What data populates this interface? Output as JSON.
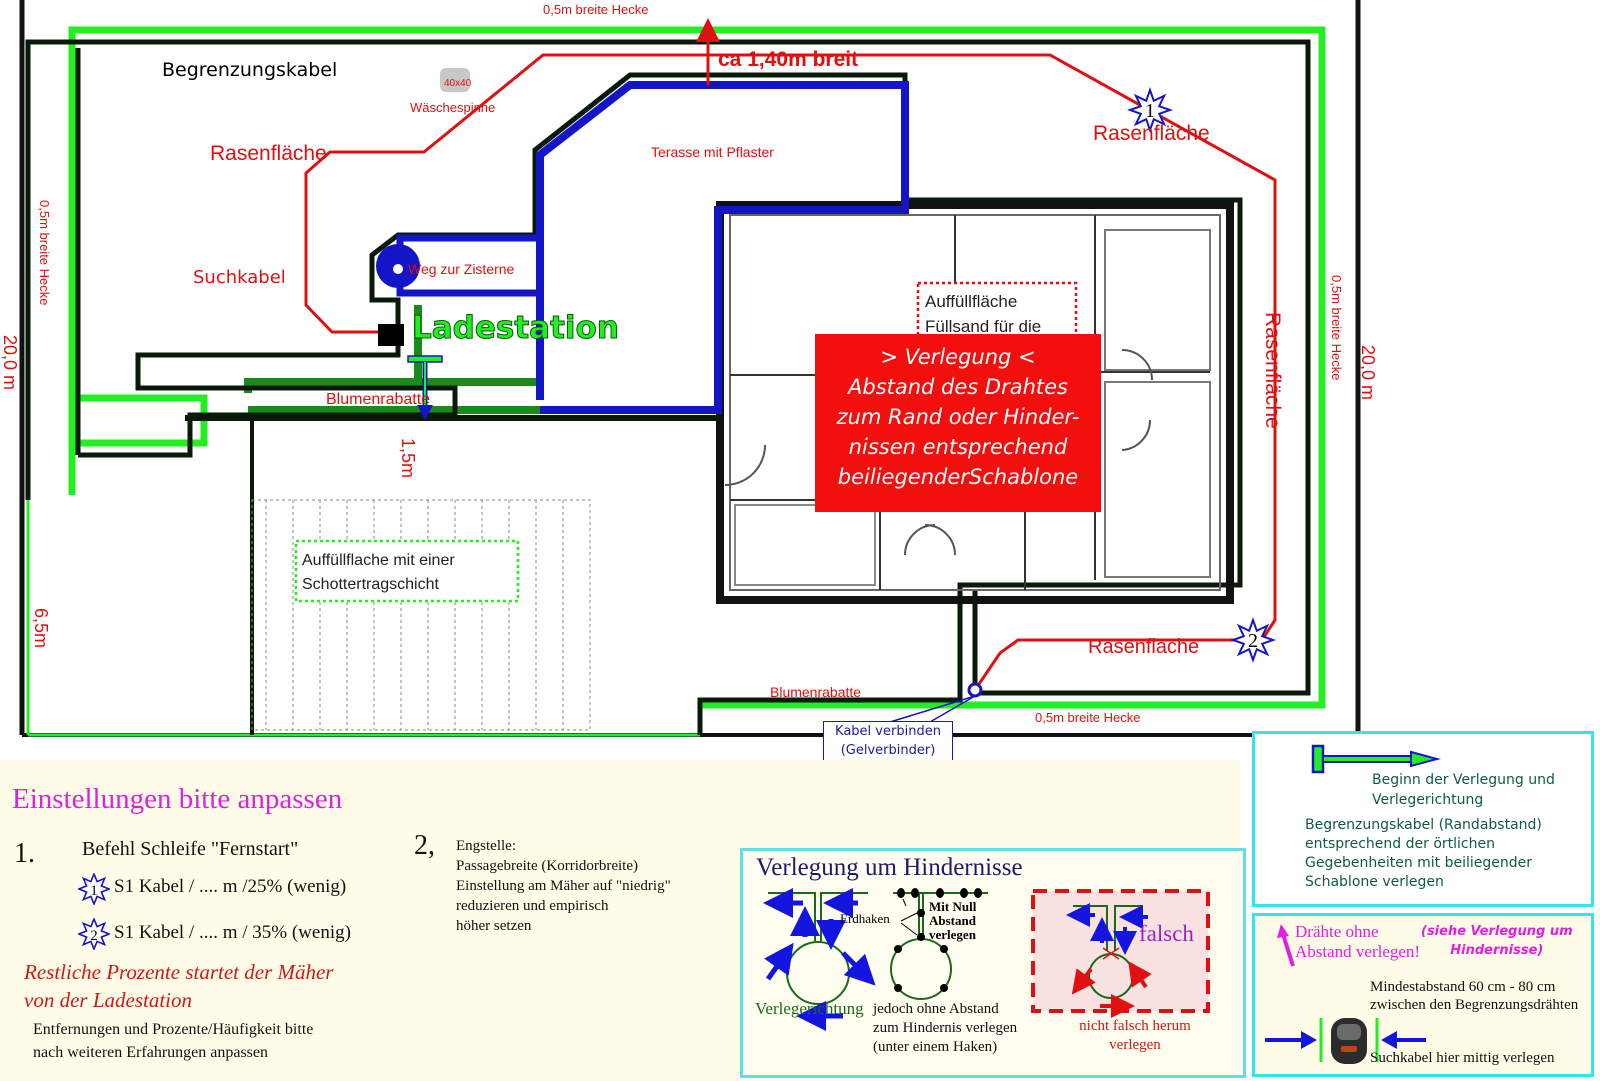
{
  "plan": {
    "labels": {
      "hedge_top": "0,5m breite Hecke",
      "hedge_bottom": "0,5m breite Hecke",
      "hedge_left": "0,5m breite Hecke",
      "hedge_right": "0,5m breite Hecke",
      "boundary_cable": "Begrenzungskabel",
      "clothesline_size": "40x40",
      "clothesline": "Wäschespinne",
      "width_note": "ca 1,40m breit",
      "lawn_left": "Rasenfläche",
      "lawn_top_right": "Rasenfläche",
      "lawn_right": "Rasenfläche",
      "lawn_bottom_right": "Rasenfläche",
      "terrace": "Terasse mit Pflaster",
      "search_cable": "Suchkabel",
      "path_cistern": "Weg zur Zisterne",
      "charging_station": "Ladestation",
      "flower_bed_left": "Blumenrabatte",
      "flower_bed_bottom": "Blumenrabatte",
      "dim_left_20": "20,0 m",
      "dim_right_20": "20,0 m",
      "dim_1_5": "1,5m",
      "dim_6_5": "6,5m",
      "fill_area_gravel_1": "Auffüllflache mit einer",
      "fill_area_gravel_2": "Schottertragschicht",
      "fill_area_sand_1": "Auffüllfläche",
      "fill_area_sand_2": "Füllsand für die",
      "marker_1": "1",
      "marker_2": "2",
      "connect_cable_1": "Kabel verbinden",
      "connect_cable_2": "(Gelverbinder)"
    },
    "notice": {
      "lines": [
        "> Verlegung <",
        "Abstand des Drahtes",
        "zum Rand oder Hinder-",
        "nissen entsprechend",
        "beiliegenderSchablone"
      ]
    }
  },
  "settings": {
    "title": "Einstellungen bitte anpassen",
    "item1": {
      "number": "1.",
      "heading": "Befehl Schleife \"Fernstart\"",
      "rows": [
        {
          "marker": "1",
          "text": "S1 Kabel / .... m /25% (wenig)"
        },
        {
          "marker": "2",
          "text": "S1 Kabel / .... m / 35% (wenig)"
        }
      ]
    },
    "remaining_1": "Restliche Prozente  startet der Mäher",
    "remaining_2": "von der Ladestation",
    "note_1": "Entfernungen und Prozente/Häufigkeit bitte",
    "note_2": "nach weiteren Erfahrungen anpassen",
    "item2": {
      "number": "2,",
      "lines": [
        "Engstelle:",
        "Passagebreite (Korridorbreite)",
        "Einstellung am Mäher auf \"niedrig\"",
        "reduzieren und empirisch",
        "höher setzen"
      ]
    }
  },
  "obstacles": {
    "title": "Verlegung um Hindernisse",
    "direction_label": "Verlegerichtung",
    "ground_hooks": "Erdhaken",
    "zero_gap_1": "Mit Null",
    "zero_gap_2": "Abstand",
    "zero_gap_3": "verlegen",
    "no_gap_1": "jedoch ohne Abstand",
    "no_gap_2": "zum Hindernis verlegen",
    "no_gap_3": "(unter einem Haken)",
    "wrong": "falsch",
    "wrong_note_1": "nicht falsch herum",
    "wrong_note_2": "verlegen"
  },
  "legend": {
    "start_1": "Beginn der Verlegung und",
    "start_2": "Verlegerichtung",
    "boundary_1": "Begrenzungskabel (Randabstand)",
    "boundary_2": "entsprechend der örtlichen",
    "boundary_3": "Gegebenheiten mit beiliegender",
    "boundary_4": "Schablone verlegen",
    "wires_1": "Drähte ohne",
    "wires_2": "Abstand verlegen!",
    "see_1": "(siehe Verlegung um",
    "see_2": "Hindernisse)",
    "min_1": "Mindestabstand 60 cm - 80 cm",
    "min_2": "zwischen den Begrenzungsdrähten",
    "center": "Suchkabel hier mittig verlegen"
  },
  "colors": {
    "hedge_green": "#22ee22",
    "boundary_black": "#0a1a0a",
    "search_red": "#e01010",
    "terrace_blue": "#1515c8",
    "bed_green": "#1a8a1a",
    "title_magenta": "#e020e0",
    "legend_cyan": "#33e4ee"
  }
}
